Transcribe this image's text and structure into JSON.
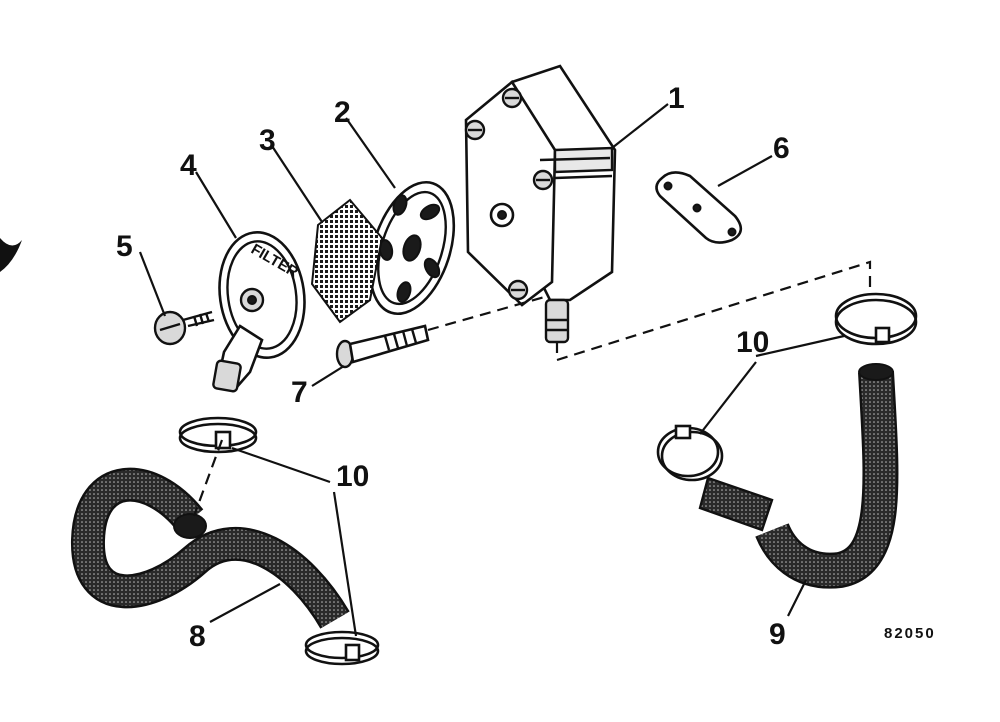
{
  "figure_number": "82050",
  "callouts": {
    "c1": "1",
    "c2": "2",
    "c3": "3",
    "c4": "4",
    "c5": "5",
    "c6": "6",
    "c7": "7",
    "c8": "8",
    "c9": "9",
    "c10a": "10",
    "c10b": "10"
  },
  "filter_lettering": "FILTER",
  "colors": {
    "ink": "#111111",
    "paper": "#ffffff"
  }
}
